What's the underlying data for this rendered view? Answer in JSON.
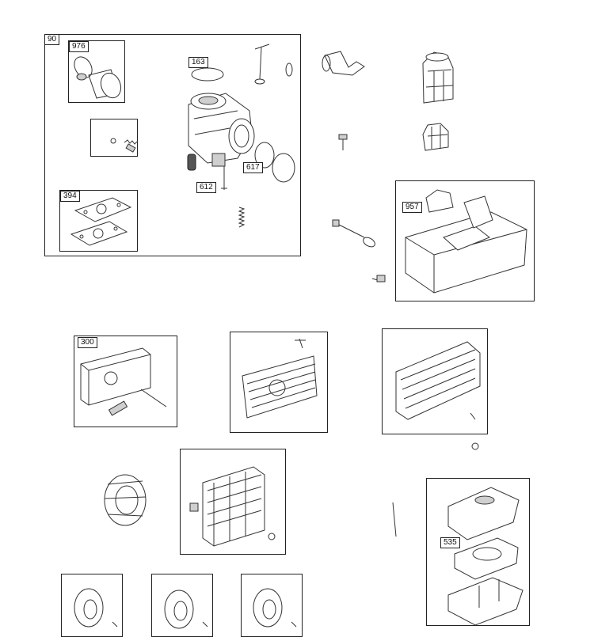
{
  "labels": {
    "carb_assembly": "90",
    "tube_976": "976",
    "gasket_163": "163",
    "gasket_394": "394",
    "ring_617": "617",
    "needle_612": "612",
    "fuel_tank": "957",
    "muffler_300": "300",
    "air_filter": "535"
  },
  "icons": [
    "carburetor-icon",
    "gasket-icon",
    "fuel-tank-icon",
    "muffler-icon",
    "bolt-icon",
    "air-filter-icon",
    "fuel-cap-icon",
    "elbow-fitting-icon",
    "flywheel-icon"
  ]
}
